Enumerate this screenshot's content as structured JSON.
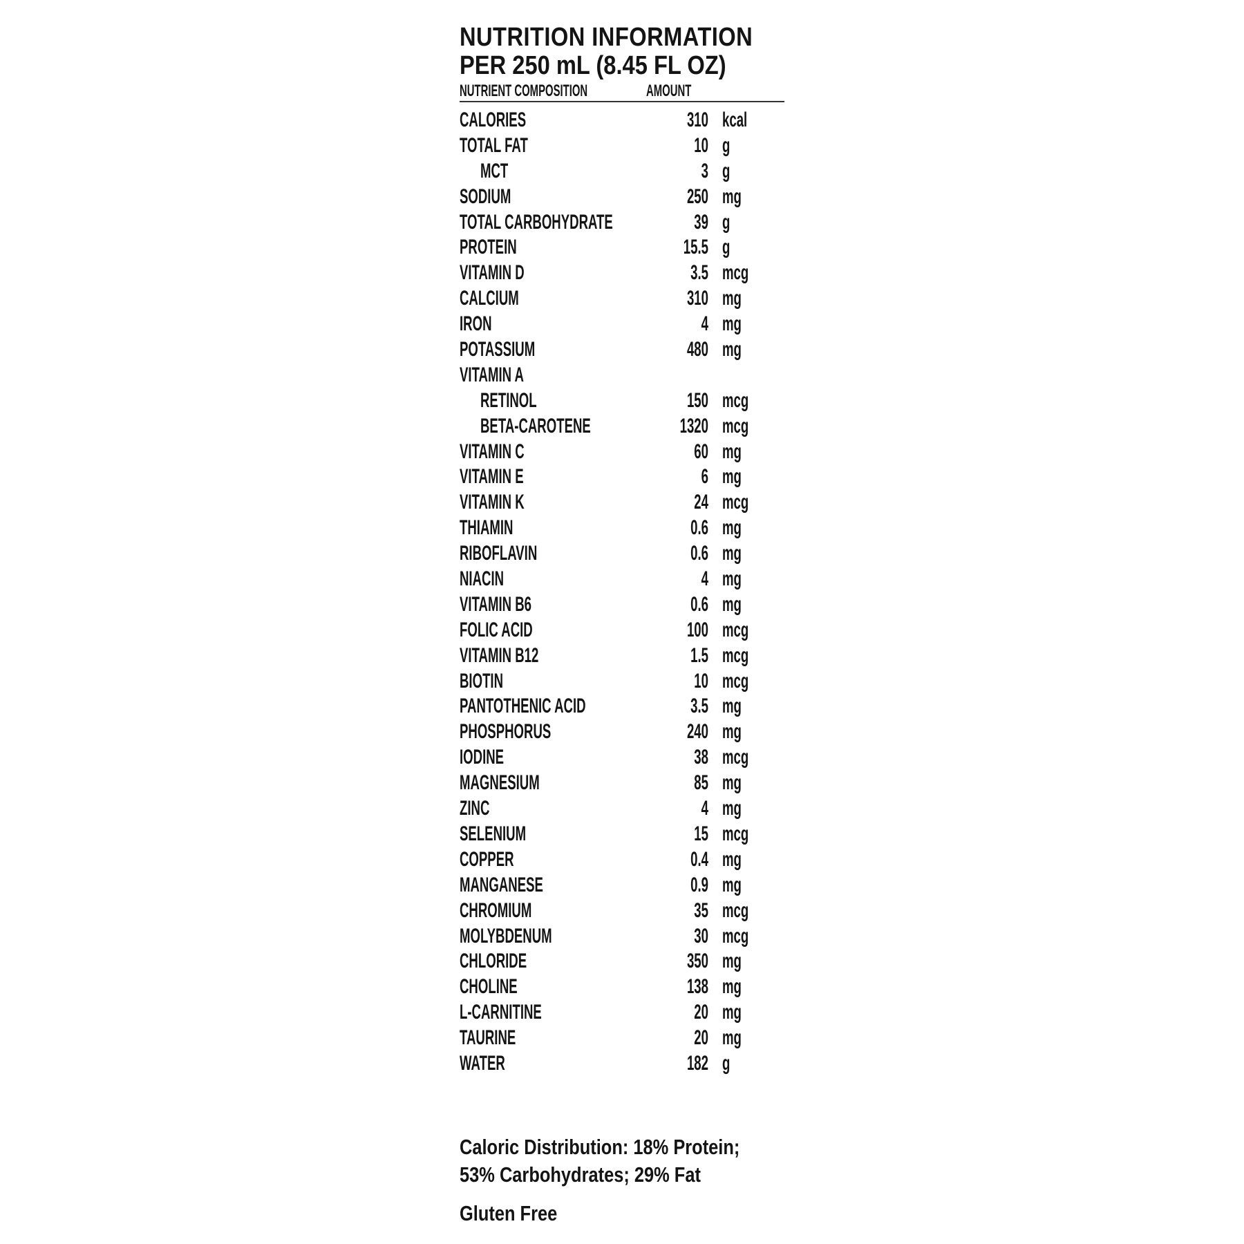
{
  "header": {
    "title": "NUTRITION INFORMATION",
    "serving": "PER 250 mL (8.45 FL OZ)",
    "col_nutrient": "NUTRIENT COMPOSITION",
    "col_amount": "AMOUNT"
  },
  "rows": [
    {
      "name": "CALORIES",
      "amount": "310",
      "unit": "kcal"
    },
    {
      "name": "TOTAL FAT",
      "amount": "10",
      "unit": "g"
    },
    {
      "name": "MCT",
      "amount": "3",
      "unit": "g",
      "indent": true
    },
    {
      "name": "SODIUM",
      "amount": "250",
      "unit": "mg"
    },
    {
      "name": "TOTAL CARBOHYDRATE",
      "amount": "39",
      "unit": "g"
    },
    {
      "name": "PROTEIN",
      "amount": "15.5",
      "unit": "g"
    },
    {
      "name": "VITAMIN D",
      "amount": "3.5",
      "unit": "mcg"
    },
    {
      "name": "CALCIUM",
      "amount": "310",
      "unit": "mg"
    },
    {
      "name": "IRON",
      "amount": "4",
      "unit": "mg"
    },
    {
      "name": "POTASSIUM",
      "amount": "480",
      "unit": "mg"
    },
    {
      "name": "VITAMIN A",
      "amount": "",
      "unit": ""
    },
    {
      "name": "RETINOL",
      "amount": "150",
      "unit": "mcg",
      "indent": true
    },
    {
      "name": "BETA-CAROTENE",
      "amount": "1320",
      "unit": "mcg",
      "indent": true
    },
    {
      "name": "VITAMIN C",
      "amount": "60",
      "unit": "mg"
    },
    {
      "name": "VITAMIN E",
      "amount": "6",
      "unit": "mg"
    },
    {
      "name": "VITAMIN K",
      "amount": "24",
      "unit": "mcg"
    },
    {
      "name": "THIAMIN",
      "amount": "0.6",
      "unit": "mg"
    },
    {
      "name": "RIBOFLAVIN",
      "amount": "0.6",
      "unit": "mg"
    },
    {
      "name": "NIACIN",
      "amount": "4",
      "unit": "mg"
    },
    {
      "name": "VITAMIN B6",
      "amount": "0.6",
      "unit": "mg"
    },
    {
      "name": "FOLIC ACID",
      "amount": "100",
      "unit": "mcg"
    },
    {
      "name": "VITAMIN B12",
      "amount": "1.5",
      "unit": "mcg"
    },
    {
      "name": "BIOTIN",
      "amount": "10",
      "unit": "mcg"
    },
    {
      "name": "PANTOTHENIC ACID",
      "amount": "3.5",
      "unit": "mg"
    },
    {
      "name": "PHOSPHORUS",
      "amount": "240",
      "unit": "mg"
    },
    {
      "name": "IODINE",
      "amount": "38",
      "unit": "mcg"
    },
    {
      "name": "MAGNESIUM",
      "amount": "85",
      "unit": "mg"
    },
    {
      "name": "ZINC",
      "amount": "4",
      "unit": "mg"
    },
    {
      "name": "SELENIUM",
      "amount": "15",
      "unit": "mcg"
    },
    {
      "name": "COPPER",
      "amount": "0.4",
      "unit": "mg"
    },
    {
      "name": "MANGANESE",
      "amount": "0.9",
      "unit": "mg"
    },
    {
      "name": "CHROMIUM",
      "amount": "35",
      "unit": "mcg"
    },
    {
      "name": "MOLYBDENUM",
      "amount": "30",
      "unit": "mcg"
    },
    {
      "name": "CHLORIDE",
      "amount": "350",
      "unit": "mg"
    },
    {
      "name": "CHOLINE",
      "amount": "138",
      "unit": "mg"
    },
    {
      "name": "L-CARNITINE",
      "amount": "20",
      "unit": "mg"
    },
    {
      "name": "TAURINE",
      "amount": "20",
      "unit": "mg"
    },
    {
      "name": "WATER",
      "amount": "182",
      "unit": "g"
    }
  ],
  "footer": {
    "distribution_line1": "Caloric Distribution: 18% Protein;",
    "distribution_line2": "53% Carbohydrates; 29% Fat",
    "gluten": "Gluten Free"
  }
}
